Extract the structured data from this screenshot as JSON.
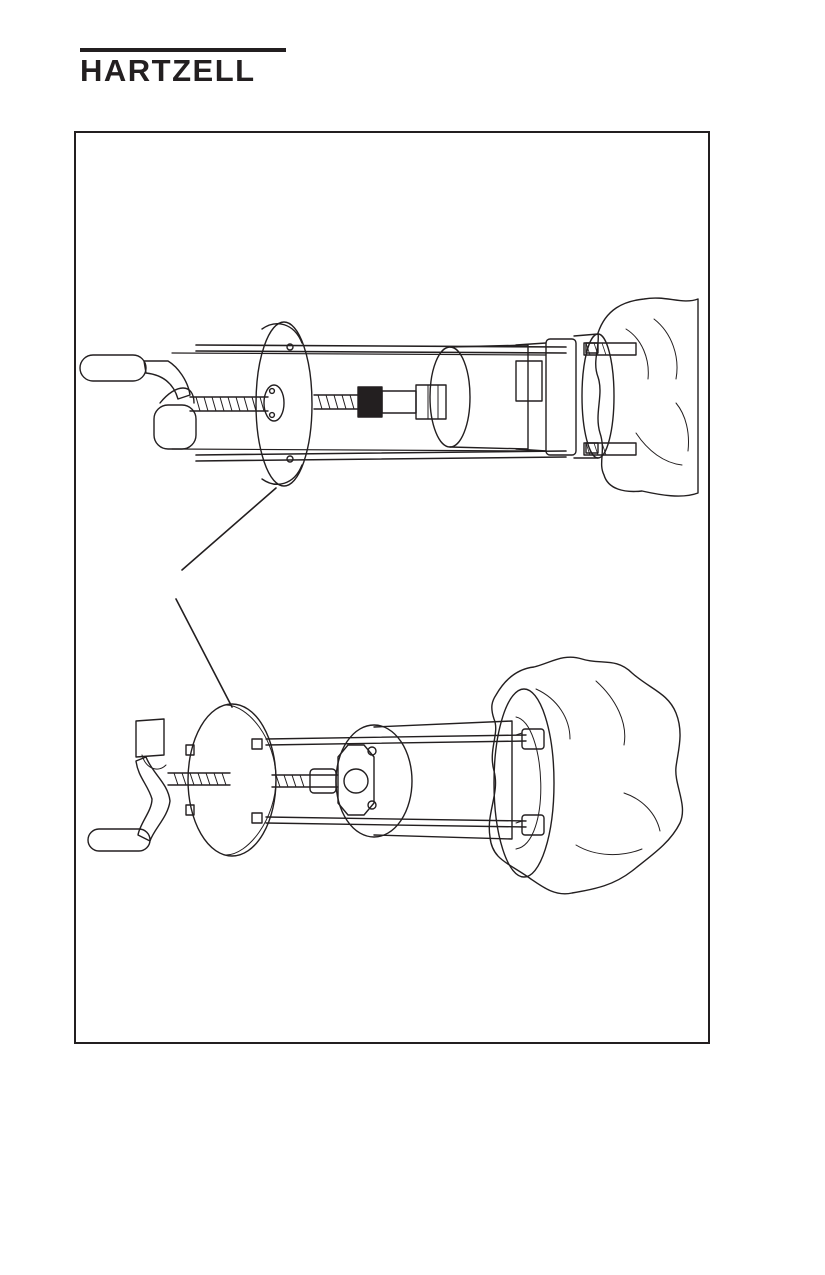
{
  "header": {
    "brand": "HARTZELL"
  },
  "figure": {
    "icons": [
      "tool-upper-illustration",
      "tool-lower-illustration",
      "leader-lines"
    ]
  }
}
